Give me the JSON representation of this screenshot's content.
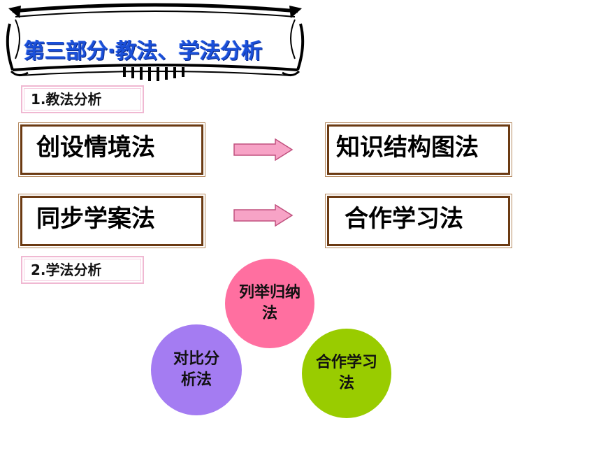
{
  "title": "第三部分·教法、学法分析",
  "section1": {
    "label": "1.教法分析"
  },
  "teaching_methods": [
    {
      "label": "创设情境法"
    },
    {
      "label": "知识结构图法"
    },
    {
      "label": "同步学案法"
    },
    {
      "label": "合作学习法"
    }
  ],
  "section2": {
    "label": "2.学法分析"
  },
  "learning_methods": [
    {
      "line1": "列举归纳",
      "line2": "法",
      "color": "#ff6fa0"
    },
    {
      "line1": "对比分",
      "line2": "析法",
      "color": "#a47cf2"
    },
    {
      "line1": "合作学习",
      "line2": "法",
      "color": "#99cc00"
    }
  ],
  "colors": {
    "title": "#1a4fd8",
    "box_border": "#6b3a12",
    "label_border": "#f0b8d2",
    "arrow_fill": "#f7a3c6"
  }
}
